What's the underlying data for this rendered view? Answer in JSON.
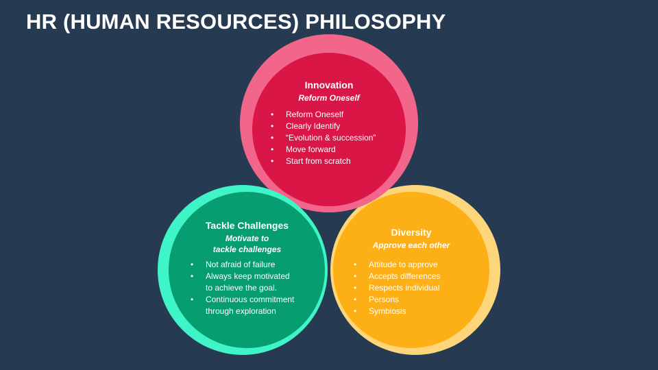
{
  "title": "HR (HUMAN RESOURCES) PHILOSOPHY",
  "colors": {
    "background": "#263a52",
    "innovation_ring": "#f2668b",
    "innovation_fill": "#d91646",
    "diversity_ring": "#fdd57a",
    "diversity_fill": "#fdb015",
    "tackle_ring": "#3ff5c8",
    "tackle_fill": "#069e70"
  },
  "circles": {
    "innovation": {
      "heading": "Innovation",
      "subtitle": "Reform Oneself",
      "items": [
        "Reform Oneself",
        "Clearly Identify",
        "“Evolution & succession”",
        "Move forward",
        "Start from scratch"
      ]
    },
    "tackle": {
      "heading": "Tackle Challenges",
      "subtitle": "Motivate to\ntackle challenges",
      "items": [
        "Not afraid of failure",
        "Always keep motivated\nto achieve the goal.",
        "Continuous commitment\nthrough exploration"
      ]
    },
    "diversity": {
      "heading": "Diversity",
      "subtitle": "Approve each other",
      "items": [
        "Attitude to approve",
        "Accepts differences",
        "Respects individual",
        "Persons",
        "Symbiosis"
      ]
    }
  }
}
